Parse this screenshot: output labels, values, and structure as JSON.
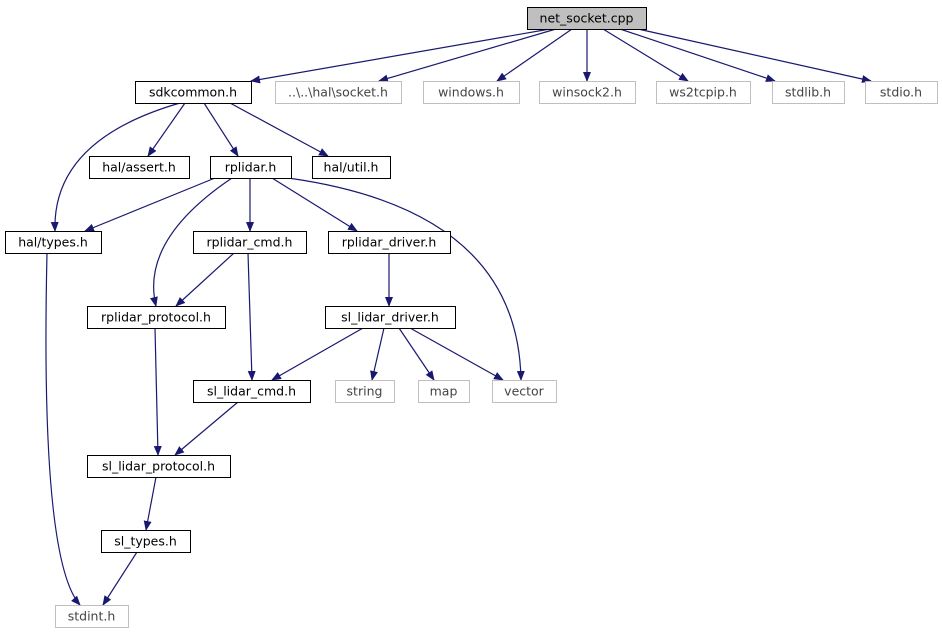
{
  "diagram": {
    "type": "include-dependency-graph",
    "colors": {
      "edge": "#191970",
      "root_fill": "#bfbfbf",
      "internal_border": "#000000",
      "external_border": "#bfbfbf",
      "background": "#ffffff"
    },
    "nodes": [
      {
        "id": "net_socket",
        "label": "net_socket.cpp",
        "kind": "root"
      },
      {
        "id": "sdkcommon",
        "label": "sdkcommon.h",
        "kind": "internal"
      },
      {
        "id": "hal_socket",
        "label": "..\\..\\hal\\socket.h",
        "kind": "external"
      },
      {
        "id": "windows",
        "label": "windows.h",
        "kind": "external"
      },
      {
        "id": "winsock2",
        "label": "winsock2.h",
        "kind": "external"
      },
      {
        "id": "ws2tcpip",
        "label": "ws2tcpip.h",
        "kind": "external"
      },
      {
        "id": "stdlib",
        "label": "stdlib.h",
        "kind": "external"
      },
      {
        "id": "stdio",
        "label": "stdio.h",
        "kind": "external"
      },
      {
        "id": "hal_assert",
        "label": "hal/assert.h",
        "kind": "internal"
      },
      {
        "id": "rplidar",
        "label": "rplidar.h",
        "kind": "internal"
      },
      {
        "id": "hal_util",
        "label": "hal/util.h",
        "kind": "internal"
      },
      {
        "id": "hal_types",
        "label": "hal/types.h",
        "kind": "internal"
      },
      {
        "id": "rplidar_cmd",
        "label": "rplidar_cmd.h",
        "kind": "internal"
      },
      {
        "id": "rplidar_driver",
        "label": "rplidar_driver.h",
        "kind": "internal"
      },
      {
        "id": "rplidar_protocol",
        "label": "rplidar_protocol.h",
        "kind": "internal"
      },
      {
        "id": "sl_lidar_driver",
        "label": "sl_lidar_driver.h",
        "kind": "internal"
      },
      {
        "id": "sl_lidar_cmd",
        "label": "sl_lidar_cmd.h",
        "kind": "internal"
      },
      {
        "id": "string",
        "label": "string",
        "kind": "external"
      },
      {
        "id": "map",
        "label": "map",
        "kind": "external"
      },
      {
        "id": "vector",
        "label": "vector",
        "kind": "external"
      },
      {
        "id": "sl_lidar_protocol",
        "label": "sl_lidar_protocol.h",
        "kind": "internal"
      },
      {
        "id": "sl_types",
        "label": "sl_types.h",
        "kind": "internal"
      },
      {
        "id": "stdint",
        "label": "stdint.h",
        "kind": "external"
      }
    ],
    "edges": [
      {
        "from": "net_socket",
        "to": "sdkcommon"
      },
      {
        "from": "net_socket",
        "to": "hal_socket"
      },
      {
        "from": "net_socket",
        "to": "windows"
      },
      {
        "from": "net_socket",
        "to": "winsock2"
      },
      {
        "from": "net_socket",
        "to": "ws2tcpip"
      },
      {
        "from": "net_socket",
        "to": "stdlib"
      },
      {
        "from": "net_socket",
        "to": "stdio"
      },
      {
        "from": "sdkcommon",
        "to": "hal_types"
      },
      {
        "from": "sdkcommon",
        "to": "hal_assert"
      },
      {
        "from": "sdkcommon",
        "to": "rplidar"
      },
      {
        "from": "sdkcommon",
        "to": "hal_util"
      },
      {
        "from": "rplidar",
        "to": "hal_types"
      },
      {
        "from": "rplidar",
        "to": "rplidar_protocol"
      },
      {
        "from": "rplidar",
        "to": "rplidar_cmd"
      },
      {
        "from": "rplidar",
        "to": "rplidar_driver"
      },
      {
        "from": "rplidar",
        "to": "vector"
      },
      {
        "from": "rplidar_cmd",
        "to": "rplidar_protocol"
      },
      {
        "from": "rplidar_cmd",
        "to": "sl_lidar_cmd"
      },
      {
        "from": "rplidar_driver",
        "to": "sl_lidar_driver"
      },
      {
        "from": "sl_lidar_driver",
        "to": "sl_lidar_cmd"
      },
      {
        "from": "sl_lidar_driver",
        "to": "string"
      },
      {
        "from": "sl_lidar_driver",
        "to": "map"
      },
      {
        "from": "sl_lidar_driver",
        "to": "vector"
      },
      {
        "from": "rplidar_protocol",
        "to": "sl_lidar_protocol"
      },
      {
        "from": "sl_lidar_cmd",
        "to": "sl_lidar_protocol"
      },
      {
        "from": "sl_lidar_protocol",
        "to": "sl_types"
      },
      {
        "from": "sl_types",
        "to": "stdint"
      },
      {
        "from": "hal_types",
        "to": "stdint"
      }
    ]
  }
}
